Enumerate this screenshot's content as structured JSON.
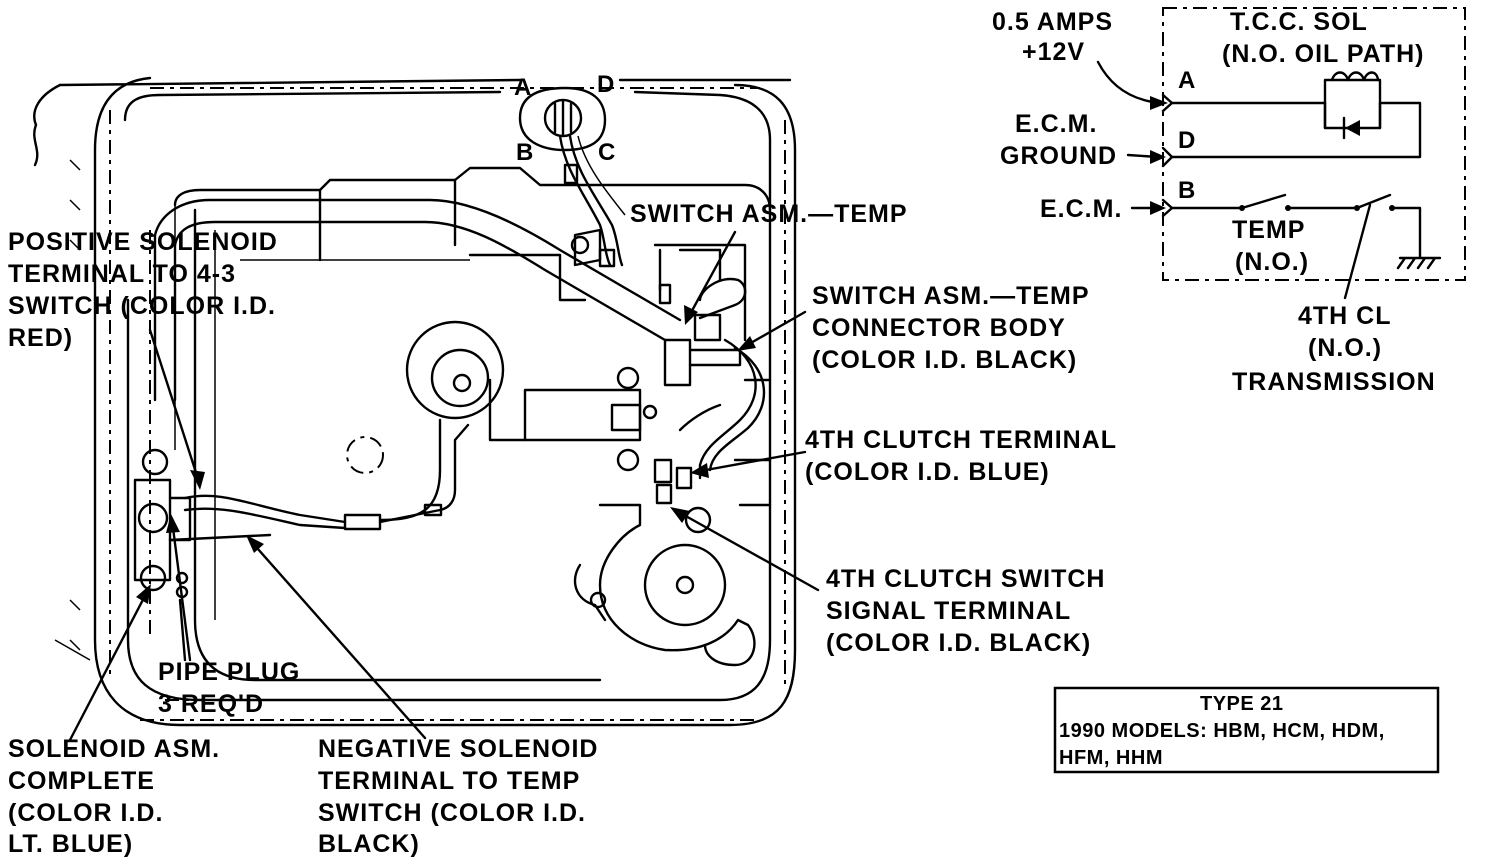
{
  "callouts": {
    "pos_solenoid": [
      "POSITIVE SOLENOID",
      "TERMINAL TO 4-3",
      "SWITCH (COLOR I.D.",
      "RED)"
    ],
    "switch_temp": "SWITCH ASM.—TEMP",
    "switch_temp_connector": [
      "SWITCH ASM.—TEMP",
      "CONNECTOR BODY",
      "(COLOR I.D. BLACK)"
    ],
    "fourth_clutch_terminal": [
      "4TH CLUTCH TERMINAL",
      "(COLOR I.D. BLUE)"
    ],
    "fourth_clutch_switch": [
      "4TH CLUTCH SWITCH",
      "SIGNAL TERMINAL",
      "(COLOR I.D. BLACK)"
    ],
    "pipe_plug": [
      "PIPE PLUG",
      "3 REQ'D"
    ],
    "solenoid_asm": [
      "SOLENOID ASM.",
      "COMPLETE",
      "(COLOR I.D.",
      "LT. BLUE)"
    ],
    "neg_solenoid": [
      "NEGATIVE SOLENOID",
      "TERMINAL TO TEMP",
      "SWITCH (COLOR I.D.",
      "BLACK)"
    ]
  },
  "connector_pins": {
    "a": "A",
    "b": "B",
    "c": "C",
    "d": "D"
  },
  "schematic": {
    "supply": [
      "0.5 AMPS",
      "+12V"
    ],
    "ground": [
      "E.C.M.",
      "GROUND"
    ],
    "ecm": "E.C.M.",
    "title": [
      "T.C.C. SOL",
      "(N.O. OIL PATH)"
    ],
    "pins": {
      "a": "A",
      "d": "D",
      "b": "B"
    },
    "temp": [
      "TEMP",
      "(N.O.)"
    ],
    "fourth_cl": [
      "4TH CL",
      "(N.O.)",
      "TRANSMISSION"
    ]
  },
  "type_box": {
    "line1": "TYPE 21",
    "line2": "1990 MODELS: HBM, HCM, HDM,",
    "line3": "HFM, HHM"
  }
}
